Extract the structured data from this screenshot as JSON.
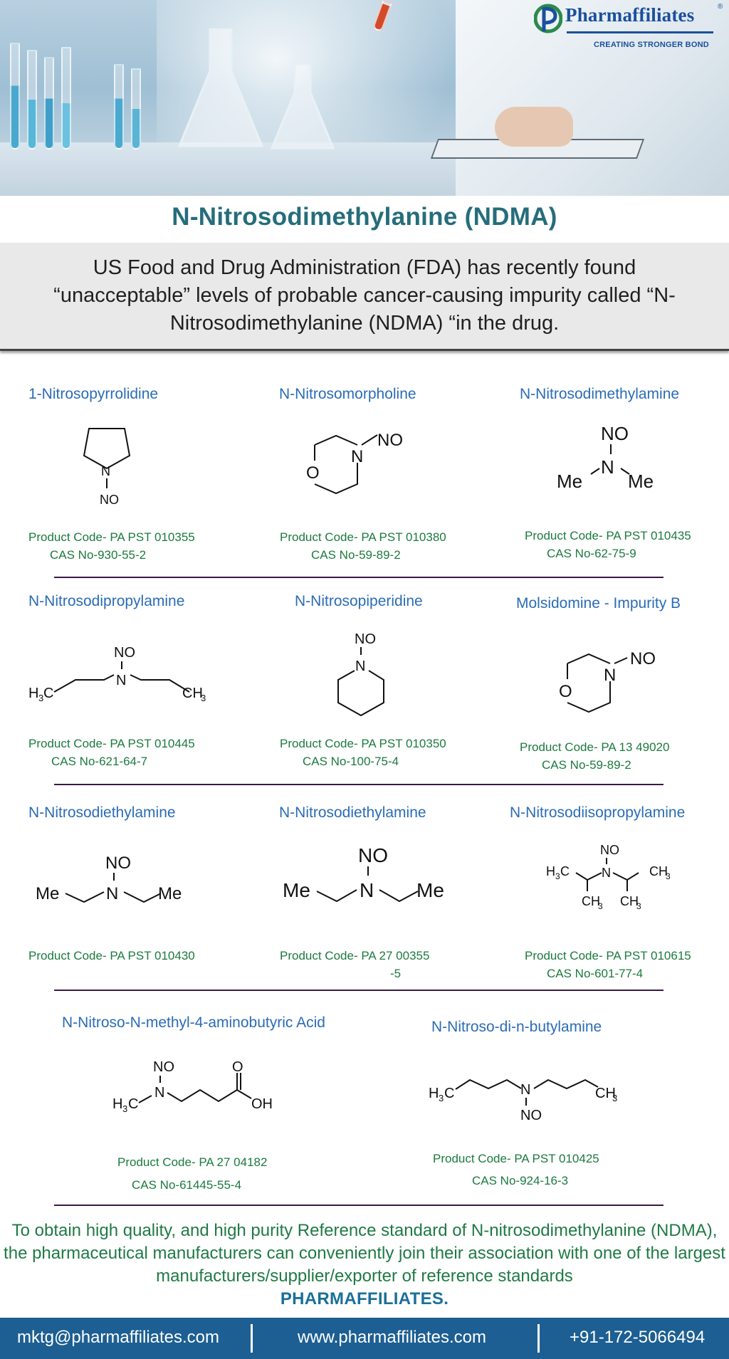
{
  "brand": {
    "name": "Pharmaffiliates",
    "registered": "®",
    "tagline": "CREATING STRONGER BOND"
  },
  "title": "N-Nitrosodimethylanine (NDMA)",
  "intro": "US Food and Drug Administration (FDA) has recently found “unacceptable” levels of probable cancer-causing impurity called “N-Nitrosodimethylanine (NDMA) “in the drug.",
  "compounds": [
    {
      "name": "1-Nitrosopyrrolidine",
      "code": "Product Code- PA PST 010355",
      "cas": "CAS No-930-55-2"
    },
    {
      "name": "N-Nitrosomorpholine",
      "code": "Product Code- PA PST 010380",
      "cas": "CAS No-59-89-2"
    },
    {
      "name": "N-Nitrosodimethylamine",
      "code": "Product Code- PA PST 010435",
      "cas": "CAS No-62-75-9"
    },
    {
      "name": "N-Nitrosodipropylamine",
      "code": "Product Code- PA PST 010445",
      "cas": "CAS No-621-64-7"
    },
    {
      "name": "N-Nitrosopiperidine",
      "code": "Product Code- PA PST 010350",
      "cas": "CAS No-100-75-4"
    },
    {
      "name": "Molsidomine - Impurity B",
      "code": "Product Code- PA 13 49020",
      "cas": "CAS No-59-89-2"
    },
    {
      "name": "N-Nitrosodiethylamine",
      "code": "Product Code- PA PST 010430",
      "cas": ""
    },
    {
      "name": "N-Nitrosodiethylamine",
      "code": "Product Code- PA 27 00355",
      "cas": "-5"
    },
    {
      "name": "N-Nitrosodiisopropylamine",
      "code": "Product Code- PA PST 010615",
      "cas": "CAS No-601-77-4"
    },
    {
      "name": "N-Nitroso-N-methyl-4-aminobutyric Acid",
      "code": "Product Code- PA 27 04182",
      "cas": "CAS No-61445-55-4"
    },
    {
      "name": "N-Nitroso-di-n-butylamine",
      "code": "Product Code- PA PST 010425",
      "cas": "CAS No-924-16-3"
    }
  ],
  "atoms": {
    "n": "N",
    "o": "O",
    "no": "NO",
    "me": "Me",
    "oh": "OH",
    "h3": "H",
    "c": "C",
    "ch": "CH",
    "sub3": "3"
  },
  "closing": {
    "text": "To obtain high quality, and high purity Reference standard of N-nitrosodimethylanine (NDMA), the pharmaceutical manufacturers can conveniently join their association with one of the largest manufacturers/supplier/exporter of reference standards",
    "brand": "PHARMAFFILIATES."
  },
  "contact": {
    "email": "mktg@pharmaffiliates.com",
    "website": "www.pharmaffiliates.com",
    "phone": "+91-172-5066494"
  },
  "colors": {
    "title": "#256d7b",
    "compound_name": "#2b6cb6",
    "product_text": "#1c7a3e",
    "footer_bg": "#1d5f92",
    "brand_blue": "#1b4f9c"
  }
}
